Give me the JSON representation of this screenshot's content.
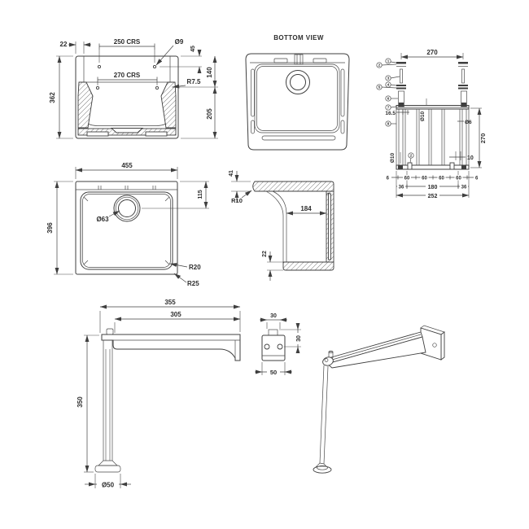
{
  "front_view": {
    "dim_edge_offset": "22",
    "dim_width_crs_top": "250 CRS",
    "dim_hole_dia": "Ø9",
    "dim_hole_top": "45",
    "dim_width_crs_inner": "270 CRS",
    "dim_corner_radius": "R7.5",
    "dim_rim_height": "140",
    "dim_lower_height": "205",
    "dim_total_height": "362"
  },
  "bottom_view": {
    "title": "BOTTOM VIEW"
  },
  "fixing_view": {
    "dim_top_width": "270",
    "dim_tab_offset": "16.5",
    "dim_rod_dia": "Ø10",
    "dim_bar_dia": "Ø6",
    "dim_height": "270",
    "dim_hole_dia": "Ø10",
    "dim_ten": "10",
    "dim_six_left": "6",
    "dim_six_right": "6",
    "dim_spacing": [
      "60",
      "60",
      "60",
      "60"
    ],
    "dim_36_left": "36",
    "dim_center_width": "180",
    "dim_36_right": "36",
    "dim_total_width": "252",
    "callouts": [
      "1",
      "2",
      "3",
      "4",
      "5",
      "6",
      "7",
      "8",
      "2"
    ]
  },
  "plan_view": {
    "dim_width": "455",
    "dim_depth": "396",
    "dim_drain_offset": "115",
    "dim_drain_dia": "Ø63",
    "dim_inner_radius": "R20",
    "dim_outer_radius": "R25"
  },
  "section_view": {
    "dim_rim_thickness": "41",
    "dim_front_radius": "R10",
    "dim_bowl_width": "184",
    "dim_base_thickness": "22"
  },
  "leg_view": {
    "dim_total_length": "355",
    "dim_arm_length": "305",
    "dim_height": "350",
    "dim_foot_dia": "Ø50"
  },
  "plate_view": {
    "dim_tab_width": "30",
    "dim_hole_offset": "30",
    "dim_plate_width": "50"
  }
}
